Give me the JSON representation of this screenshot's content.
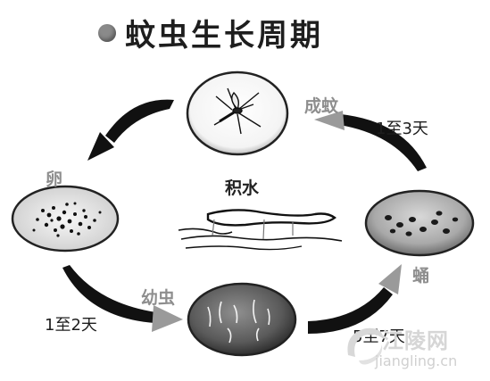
{
  "title": "蚊虫生长周期",
  "center_label": "积水",
  "stages": {
    "adult": "成蚊",
    "egg": "卵",
    "larva": "幼虫",
    "pupa": "蛹"
  },
  "durations": {
    "pupa_to_adult": "1至3天",
    "egg_to_larva": "1至2天",
    "larva_to_pupa": "5至7天"
  },
  "watermark": {
    "text": "江陵网",
    "url": "jiangling.cn"
  },
  "colors": {
    "arrow_dark": "#111111",
    "arrow_gray": "#a8a8a8",
    "label_gray": "#8e8e8e"
  }
}
